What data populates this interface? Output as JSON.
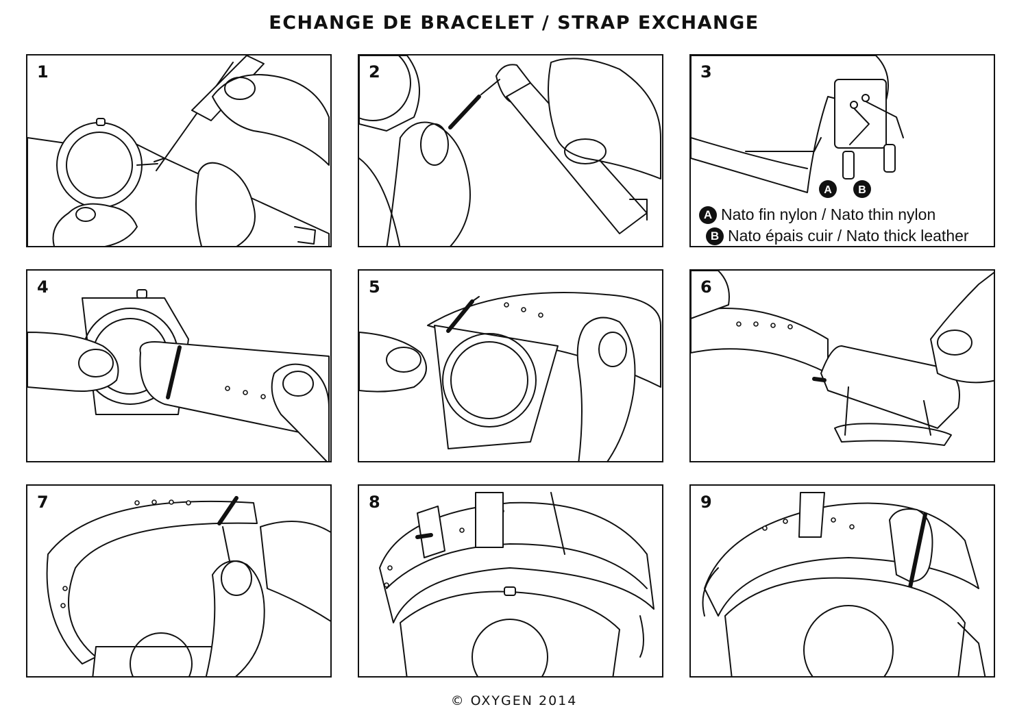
{
  "title": "ECHANGE DE BRACELET / STRAP EXCHANGE",
  "footer": "© OXYGEN 2014",
  "steps": [
    {
      "number": "1"
    },
    {
      "number": "2"
    },
    {
      "number": "3",
      "legend": [
        {
          "badge": "A",
          "text": "Nato fin nylon / Nato thin nylon"
        },
        {
          "badge": "B",
          "text": "Nato épais cuir / Nato thick leather"
        }
      ],
      "pin_labels": [
        "A",
        "B"
      ]
    },
    {
      "number": "4"
    },
    {
      "number": "5"
    },
    {
      "number": "6"
    },
    {
      "number": "7"
    },
    {
      "number": "8"
    },
    {
      "number": "9"
    }
  ]
}
